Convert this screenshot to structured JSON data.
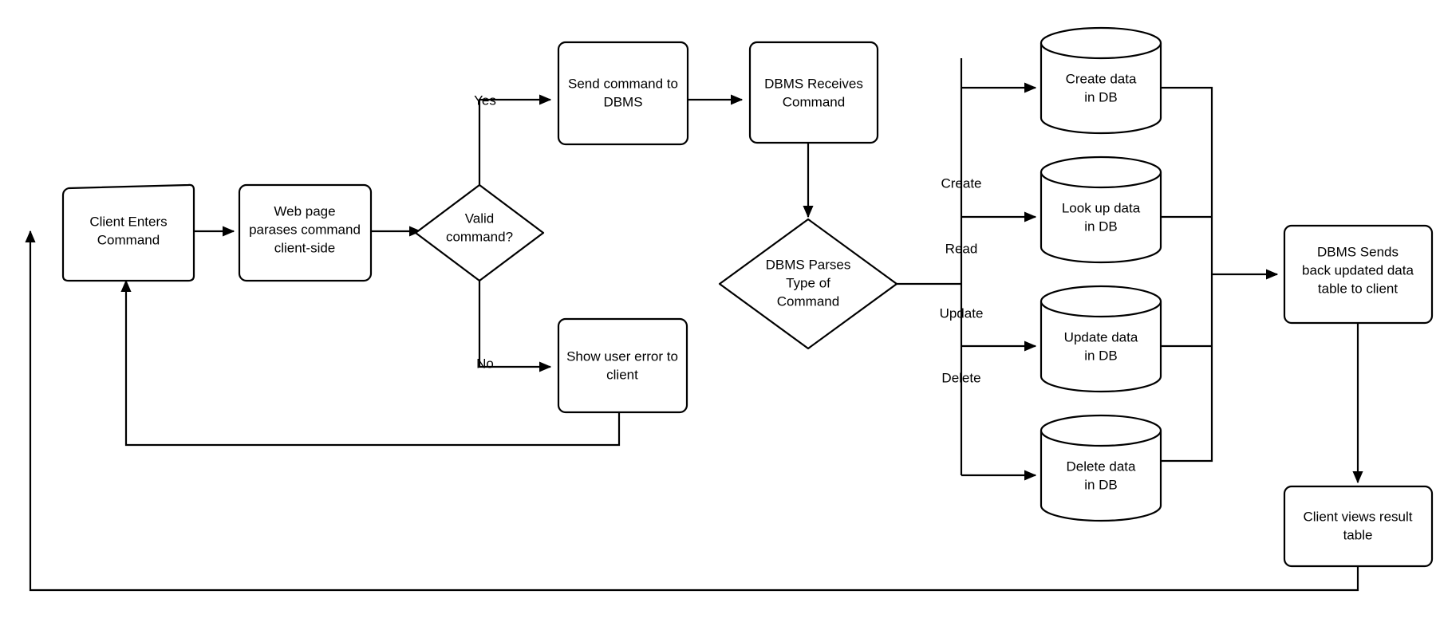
{
  "diagram": {
    "title": "Client command CRUD flow",
    "stroke_color": "#000000",
    "fill_color": "#ffffff",
    "nodes": {
      "client_enters": {
        "line1": "Client Enters",
        "line2": "Command",
        "shape": "card-skewed"
      },
      "web_parses": {
        "line1": "Web page",
        "line2": "parases command",
        "line3": "client-side",
        "shape": "rounded-rect"
      },
      "valid_command": {
        "line1": "Valid",
        "line2": "command?",
        "shape": "diamond"
      },
      "send_command": {
        "line1": "Send command to",
        "line2": "DBMS",
        "shape": "rounded-rect"
      },
      "dbms_receives": {
        "line1": "DBMS Receives",
        "line2": "Command",
        "shape": "rounded-rect"
      },
      "show_error": {
        "line1": "Show user error to",
        "line2": "client",
        "shape": "rounded-rect"
      },
      "dbms_parses": {
        "line1": "DBMS Parses",
        "line2": "Type of",
        "line3": "Command",
        "shape": "diamond"
      },
      "create_db": {
        "line1": "Create data",
        "line2": "in DB",
        "shape": "cylinder"
      },
      "lookup_db": {
        "line1": "Look up data",
        "line2": "in DB",
        "shape": "cylinder"
      },
      "update_db": {
        "line1": "Update data",
        "line2": "in DB",
        "shape": "cylinder"
      },
      "delete_db": {
        "line1": "Delete data",
        "line2": "in DB",
        "shape": "cylinder"
      },
      "dbms_sends": {
        "line1": "DBMS Sends",
        "line2": "back updated data",
        "line3": "table to client",
        "shape": "rounded-rect"
      },
      "client_views": {
        "line1": "Client views result",
        "line2": "table",
        "shape": "rounded-rect"
      }
    },
    "edge_labels": {
      "yes": "Yes",
      "no": "No",
      "create": "Create",
      "read": "Read",
      "update": "Update",
      "delete": "Delete"
    }
  }
}
